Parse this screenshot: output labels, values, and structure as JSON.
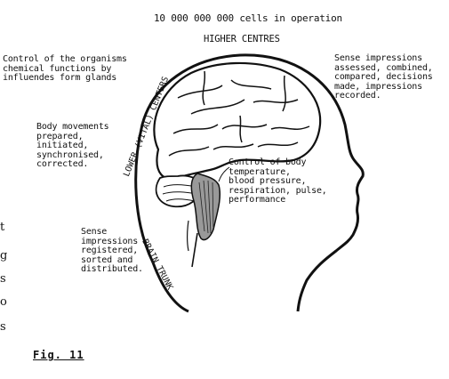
{
  "figure": {
    "caption": "Fig. 11",
    "total_cells": "10 000 000 000 cells in operation",
    "higher_centres": "HIGHER CENTRES",
    "lower_centers": "LOWER (VITAL) CENTERS",
    "brain_trunk": "BRAIN TRUNK",
    "organism_control": "Control of the organisms\nchemical functions by\ninfluendes form glands",
    "sense_assessed": "Sense impressions\nassessed, combined,\ncompared, decisions\nmade, impressions\nrecorded.",
    "body_movements": "Body movements\nprepared,\ninitiated,\nsynchronised,\ncorrected.",
    "body_control": "Control of body\ntemperature,\nblood pressure,\nrespiration, pulse,\nperformance",
    "sense_registered": "Sense\nimpressions\nregistered,\nsorted and\ndistributed."
  },
  "margin_fragments": [
    "t",
    "g",
    "s",
    "o",
    "s"
  ],
  "colors": {
    "ink": "#111111",
    "paper": "#ffffff"
  }
}
